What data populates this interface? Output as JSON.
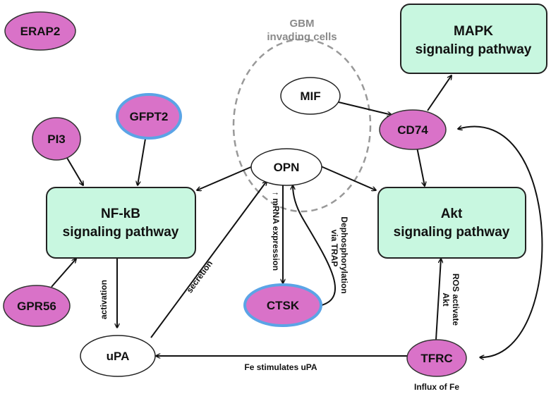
{
  "colors": {
    "gene_fill": "#d972c8",
    "gene_stroke": "#333333",
    "highlight_stroke": "#5ba4e6",
    "plain_fill": "#ffffff",
    "pathway_fill": "#c8f7e0",
    "arrow": "#111111",
    "region_stroke": "#999999",
    "region_label": "#8a8a8a"
  },
  "region": {
    "label_line1": "GBM",
    "label_line2": "invading cells"
  },
  "nodes": {
    "erap2": "ERAP2",
    "gfpt2": "GFPT2",
    "pi3": "PI3",
    "gpr56": "GPR56",
    "cd74": "CD74",
    "ctsk": "CTSK",
    "tfrc": "TFRC",
    "mif": "MIF",
    "opn": "OPN",
    "upa": "uPA"
  },
  "pathways": {
    "nfkb": {
      "line1": "NF-kB",
      "line2": "signaling pathway"
    },
    "mapk": {
      "line1": "MAPK",
      "line2": "signaling pathway"
    },
    "akt": {
      "line1": "Akt",
      "line2": "signaling pathway"
    }
  },
  "edge_labels": {
    "activation": "activation",
    "secretion": "secretion",
    "mrna_expression": "↑ mRNA expression",
    "dephosphorylation_line1": "Dephosphorylation",
    "dephosphorylation_line2": "via TRAP",
    "ros_line1": "ROS activate",
    "ros_line2": "Akt",
    "fe_stimulates": "Fe stimulates uPA",
    "influx": "Influx of Fe"
  }
}
